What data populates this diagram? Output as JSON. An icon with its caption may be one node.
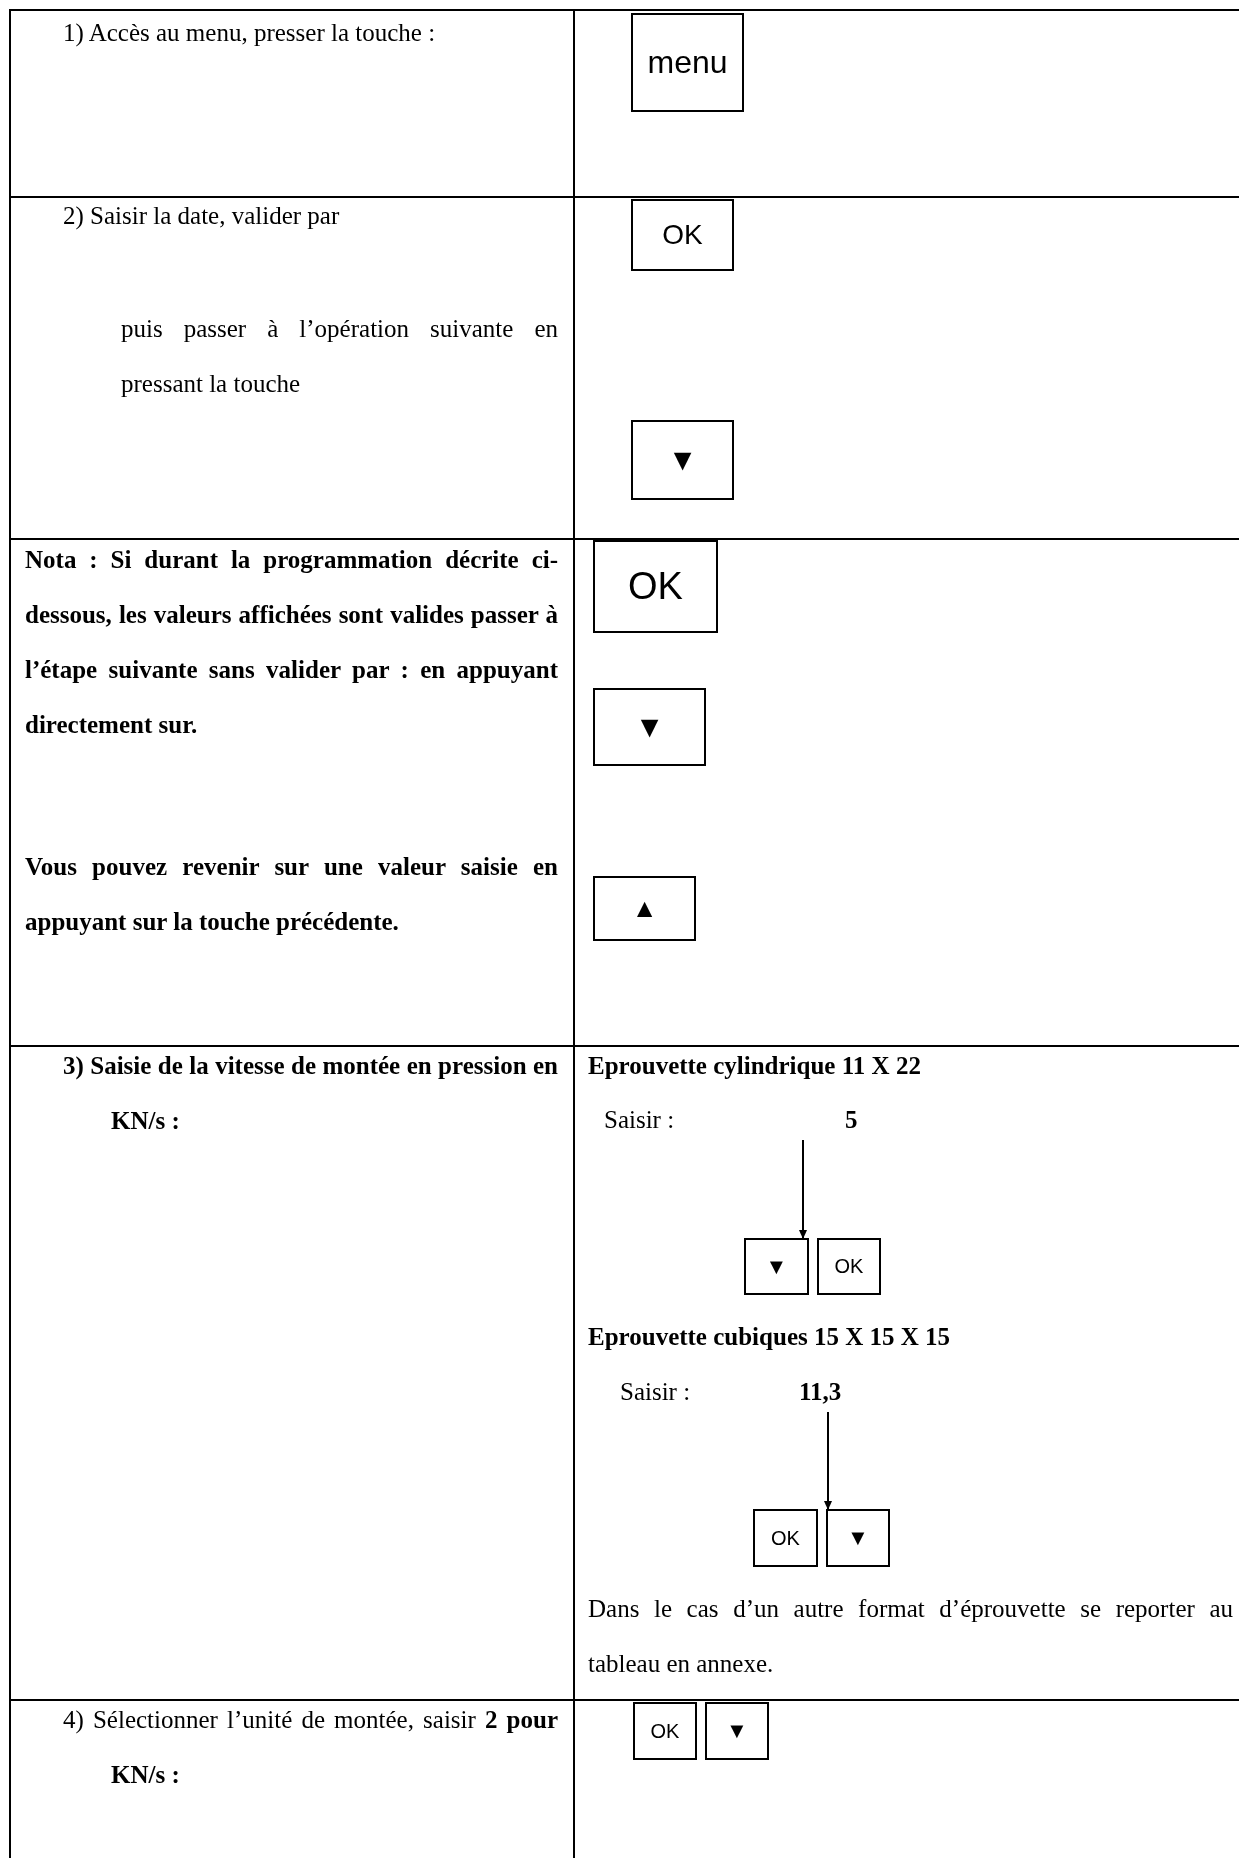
{
  "diagram": {
    "nodes": [
      {
        "text": [
          "menu"
        ]
      },
      {
        "text": [
          "OK"
        ]
      },
      {
        "text": [
          "▼"
        ]
      },
      {
        "text": [
          "OK"
        ]
      },
      {
        "text": [
          "▼"
        ]
      },
      {
        "text": [
          "▲"
        ]
      },
      {
        "text": [
          "Saisir :",
          "5"
        ]
      },
      {
        "text": [
          "▼"
        ]
      },
      {
        "text": [
          "OK"
        ]
      },
      {
        "text": [
          "Saisir :",
          "11,3"
        ]
      },
      {
        "text": [
          "OK"
        ]
      },
      {
        "text": [
          "▼"
        ]
      },
      {
        "text": [
          "OK"
        ]
      },
      {
        "text": [
          "▼"
        ]
      }
    ],
    "edges": [
      {
        "from": 6,
        "to": 7,
        "arrow": "to"
      },
      {
        "from": 9,
        "to": 11,
        "arrow": "to"
      }
    ],
    "labels": [
      "1) Accès au menu, presser la touche :",
      "2) Saisir la date, valider par",
      "puis passer à l’opération suivante en pressant la touche",
      "Nota : Si durant la programmation décrite ci-dessous, les valeurs affichées sont valides passer à l’étape suivante sans valider par :        en appuyant directement sur.",
      "Vous pouvez revenir sur une valeur saisie en appuyant sur la touche précédente.",
      "3) Saisie de la vitesse de montée en pression en KN/s :",
      "Eprouvette cylindrique 11 X 22",
      "Eprouvette cubiques 15 X 15 X 15",
      "Dans le cas d’un autre format d’éprouvette se reporter au tableau en annexe.",
      "4) Sélectionner l’unité de montée, saisir **2 pour KN/s :**"
    ]
  }
}
